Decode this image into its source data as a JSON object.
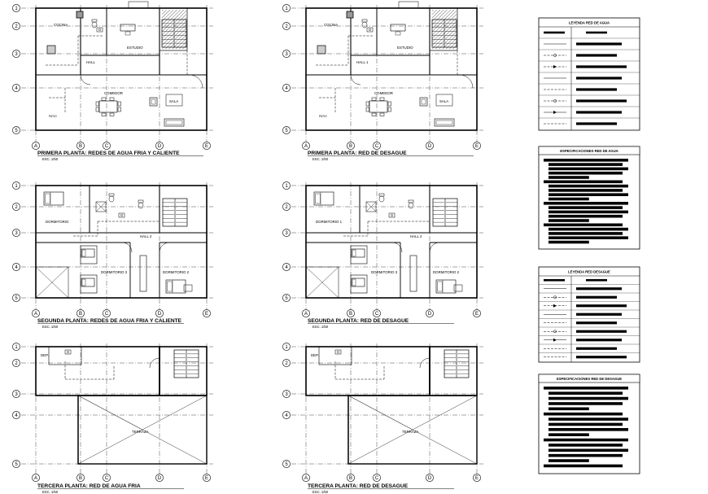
{
  "sheet": {
    "title": "Instalaciones sanitarias",
    "color_line": "#000000",
    "color_bg": "#ffffff"
  },
  "grid": {
    "columns": [
      "A",
      "B",
      "C",
      "D",
      "E"
    ],
    "rows_floor1": [
      "1",
      "2",
      "3",
      "4",
      "5"
    ],
    "rows_floor2": [
      "1",
      "2",
      "3",
      "4",
      "5"
    ],
    "rows_floor3": [
      "1",
      "2",
      "3",
      "4",
      "5"
    ]
  },
  "plans": [
    {
      "title": "PRIMERA PLANTA: REDES DE AGUA FRIA Y CALIENTE",
      "scale": "ESC. 1/50",
      "rooms": [
        "COCINA",
        "ESTUDIO",
        "COMEDOR",
        "SALA",
        "HALL",
        "PATIO"
      ]
    },
    {
      "title": "PRIMERA PLANTA: RED DE DESAGUE",
      "scale": "ESC. 1/50",
      "rooms": [
        "COCINA",
        "ESTUDIO",
        "COMEDOR",
        "SALA",
        "HALL 1",
        "PATIO"
      ]
    },
    {
      "title": "SEGUNDA PLANTA: REDES DE AGUA FRIA Y CALIENTE",
      "scale": "ESC. 1/50",
      "rooms": [
        "DORMITORIO",
        "HALL 2",
        "DORMITORIO 3",
        "DORMITORIO 2"
      ]
    },
    {
      "title": "SEGUNDA PLANTA: RED DE DESAGUE",
      "scale": "ESC. 1/50",
      "rooms": [
        "DORMITORIO 1",
        "HALL 2",
        "DORMITORIO 3",
        "DORMITORIO 2"
      ]
    },
    {
      "title": "TERCERA PLANTA: RED DE AGUA FRIA",
      "scale": "ESC. 1/50",
      "rooms": [
        "DEP.",
        "TERRAZA"
      ]
    },
    {
      "title": "TERCERA PLANTA: RED DE DESAGUE",
      "scale": "ESC. 1/50",
      "rooms": [
        "DEP.",
        "TERRAZA"
      ]
    }
  ],
  "legends": {
    "agua": {
      "title": "LEYENDA RED DE AGUA",
      "rows": 9
    },
    "spec_agua": {
      "title": "ESPECIFICACIONES RED DE AGUA",
      "lines": 20
    },
    "desague": {
      "title": "LEYENDA RED DESAGUE",
      "rows": 10
    },
    "spec_desague": {
      "title": "ESPECIFICACIONES RED DE DESAGUE",
      "lines": 16
    }
  }
}
